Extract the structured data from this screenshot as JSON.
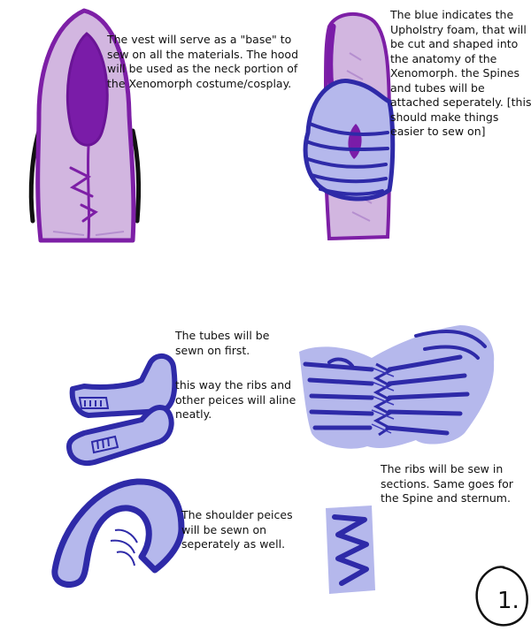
{
  "notes": {
    "vest": "The vest will serve as a \"base\" to sew on all the materials. The hood will be used as the neck portion of the Xenomorph costume/cosplay.",
    "foam": "The blue indicates the Upholstry foam, that will be cut and shaped into the anatomy of the Xenomorph. the Spines and tubes will be attached seperately. [this should make things easier to sew on]",
    "tubes_first": "The tubes will be sewn on first.",
    "ribs_align": "this way the ribs and other peices will aline neatly.",
    "ribs_sections": "The ribs will be sew in sections. Same goes for the Spine and sternum.",
    "shoulder": "The shoulder peices will be sewn on seperately as well."
  },
  "page_number": "1.",
  "colors": {
    "vest_fill": "#d2b6e0",
    "vest_outline": "#7d1fa6",
    "foam_fill": "#b5b8ec",
    "foam_outline": "#2e2aa8",
    "straps": "#111111"
  }
}
